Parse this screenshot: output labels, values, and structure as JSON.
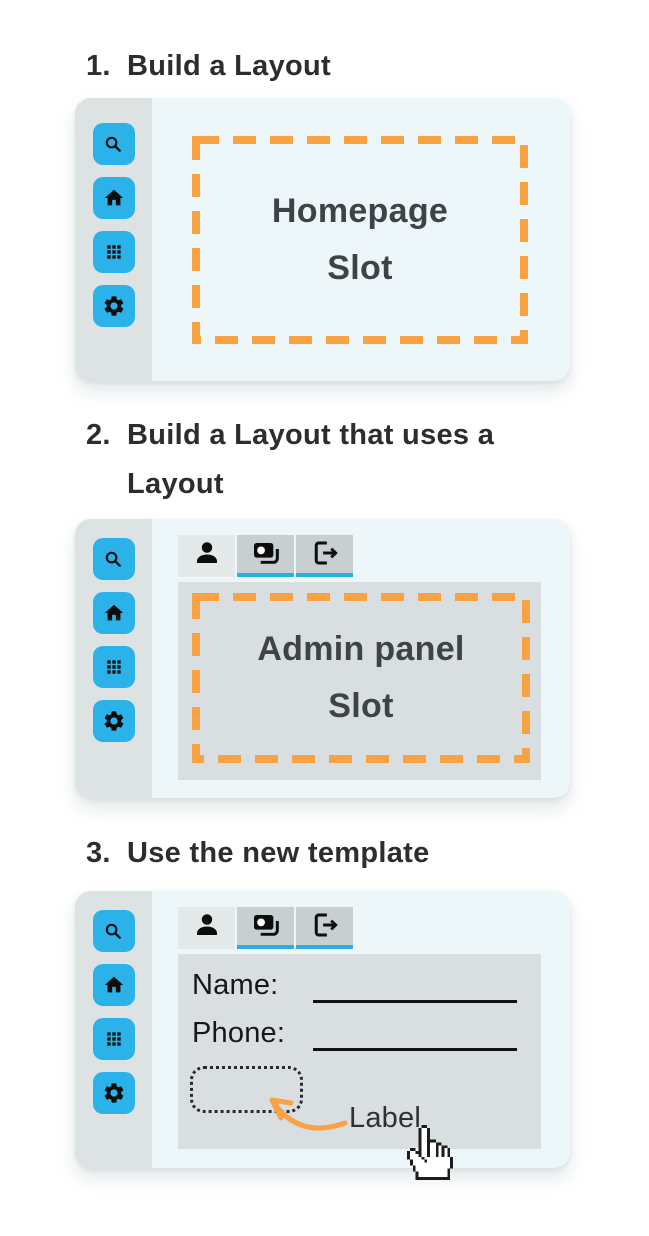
{
  "colors": {
    "accent_blue": "#2bb3e9",
    "tab_underline_blue": "#2aaee4",
    "slot_orange": "#f9a244",
    "card_bg": "#edf6f8",
    "sidebar_bg": "#dde2e3",
    "panel_bg": "#d9dfe0",
    "tab_selected_bg": "#c8cfd0",
    "tab_plain_bg": "#e4e9ea",
    "heading_text": "#2d2d2d"
  },
  "steps": {
    "step1": {
      "number": "1.",
      "title": "Build a Layout",
      "mockup": {
        "sidebar_icons": [
          "search",
          "home",
          "apps-grid",
          "settings"
        ],
        "slot_label": "Homepage\nSlot"
      }
    },
    "step2": {
      "number": "2.",
      "title": "Build a Layout that uses a\nLayout",
      "mockup": {
        "sidebar_icons": [
          "search",
          "home",
          "apps-grid",
          "settings"
        ],
        "toolbar_icons": [
          "person",
          "media-library",
          "logout"
        ],
        "slot_label": "Admin panel\nSlot"
      }
    },
    "step3": {
      "number": "3.",
      "title": "Use the new template",
      "mockup": {
        "sidebar_icons": [
          "search",
          "home",
          "apps-grid",
          "settings"
        ],
        "toolbar_icons": [
          "person",
          "media-library",
          "logout"
        ],
        "form": {
          "name_label": "Name:",
          "phone_label": "Phone:"
        },
        "annotation_label": "Label"
      }
    }
  }
}
